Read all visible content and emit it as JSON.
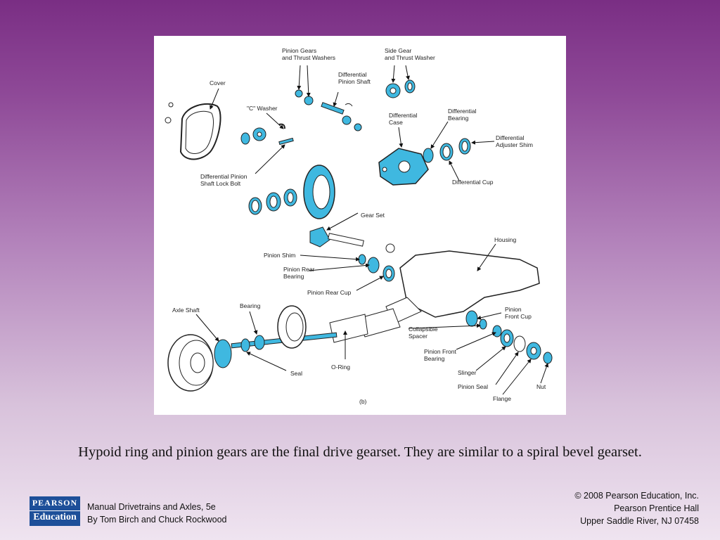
{
  "diagram": {
    "labels": {
      "pinion_gears": [
        "Pinion Gears",
        "and Thrust Washers"
      ],
      "side_gear": [
        "Side Gear",
        "and Thrust Washer"
      ],
      "diff_pinion_shaft": [
        "Differential",
        "Pinion Shaft"
      ],
      "cover": "Cover",
      "c_washer": "\"C\" Washer",
      "diff_case": [
        "Differential",
        "Case"
      ],
      "diff_bearing": [
        "Differential",
        "Bearing"
      ],
      "diff_adjuster_shim": [
        "Differential",
        "Adjuster Shim"
      ],
      "lock_bolt": [
        "Differential Pinion",
        "Shaft Lock Bolt"
      ],
      "diff_cup": "Differential Cup",
      "gear_set": "Gear Set",
      "housing": "Housing",
      "pinion_shim": "Pinion Shim",
      "pinion_rear_bearing": [
        "Pinion Rear",
        "Bearing"
      ],
      "pinion_rear_cup": "Pinion Rear Cup",
      "axle_shaft": "Axle Shaft",
      "bearing": "Bearing",
      "pinion_front_cup": [
        "Pinion",
        "Front Cup"
      ],
      "collapsible_spacer": [
        "Collapsible",
        "Spacer"
      ],
      "pinion_front_bearing": [
        "Pinion Front",
        "Bearing"
      ],
      "o_ring": "O-Ring",
      "seal": "Seal",
      "slinger": "Slinger",
      "pinion_seal": "Pinion Seal",
      "nut": "Nut",
      "flange": "Flange",
      "panel": "(b)"
    }
  },
  "caption": "Hypoid ring and pinion gears are the final drive gearset. They are similar to a spiral bevel gearset.",
  "footer": {
    "logo_top": "PEARSON",
    "logo_bottom": "Education",
    "book_title": "Manual Drivetrains and Axles, 5e",
    "book_authors": "By Tom Birch and Chuck Rockwood",
    "copyright": "© 2008 Pearson Education, Inc.",
    "publisher": "Pearson Prentice Hall",
    "location": "Upper Saddle River, NJ 07458"
  },
  "colors": {
    "part_fill": "#3fb8e0",
    "part_stroke": "#1a1a1a",
    "logo_bg": "#1d4f99"
  }
}
